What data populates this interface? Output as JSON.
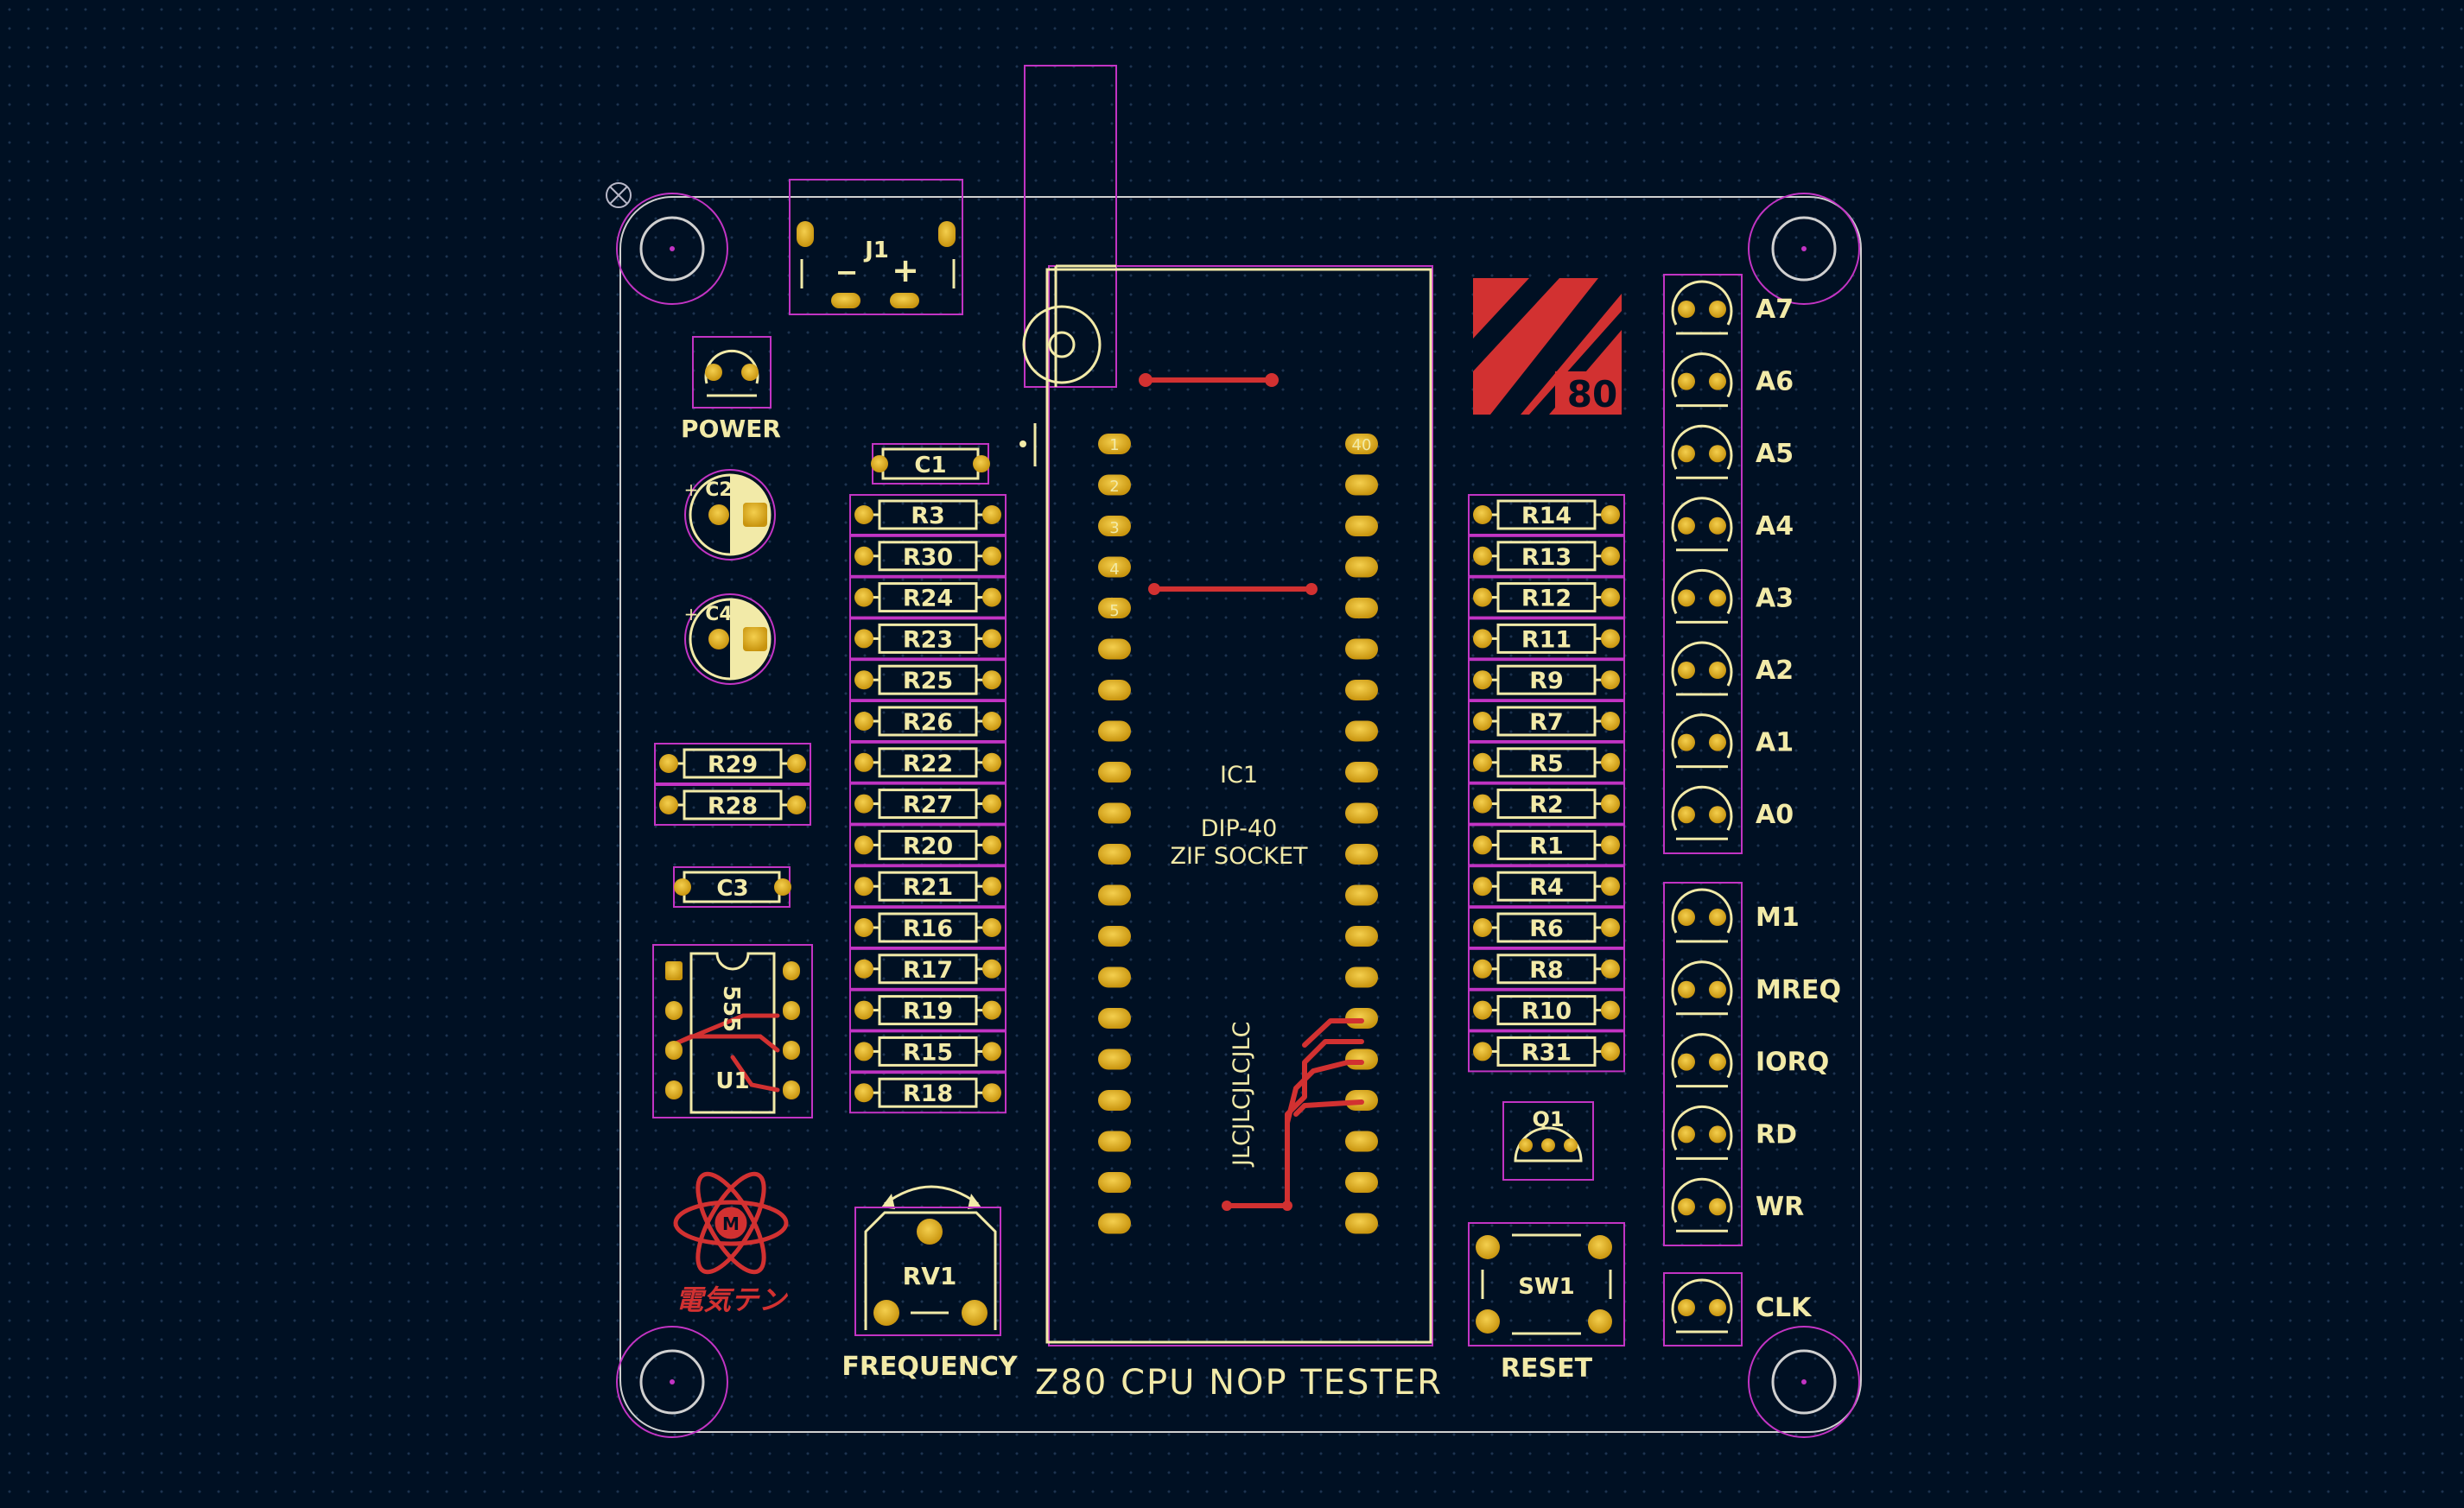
{
  "board": {
    "title": "Z80 CPU NOP TESTER",
    "ic": {
      "ref": "IC1",
      "line1": "DIP-40",
      "line2": "ZIF SOCKET"
    },
    "jlc_text": "JLCJLCJLCJLC",
    "labels": {
      "power": "POWER",
      "frequency": "FREQUENCY",
      "reset": "RESET"
    },
    "refs": {
      "j1": "J1",
      "c1": "C1",
      "c2": "C2",
      "c4": "C4",
      "c3": "C3",
      "u1": "U1",
      "u1_value": "555",
      "rv1": "RV1",
      "q1": "Q1",
      "sw1": "SW1"
    },
    "jack_symbols": {
      "minus": "−",
      "plus": "+"
    },
    "plus_marks": [
      "+",
      "+"
    ],
    "z80_logo_text": "80",
    "brand_text": "電気テン",
    "brand_mark": "M",
    "pin_numbers": {
      "p1": "1",
      "p2": "2",
      "p3": "3",
      "p4": "4",
      "p5": "5",
      "p40": "40"
    },
    "left_resistors": [
      "R3",
      "R30",
      "R24",
      "R23",
      "R25",
      "R26",
      "R22",
      "R27",
      "R20",
      "R21",
      "R16",
      "R17",
      "R19",
      "R15",
      "R18"
    ],
    "far_left_resistors": [
      "R29",
      "R28"
    ],
    "right_resistors": [
      "R14",
      "R13",
      "R12",
      "R11",
      "R9",
      "R7",
      "R5",
      "R2",
      "R1",
      "R4",
      "R6",
      "R8",
      "R10",
      "R31"
    ],
    "address_leds": [
      "A7",
      "A6",
      "A5",
      "A4",
      "A3",
      "A2",
      "A1",
      "A0"
    ],
    "control_leds": [
      "M1",
      "MREQ",
      "IORQ",
      "RD",
      "WR"
    ],
    "clock_led": "CLK"
  },
  "colors": {
    "background": "#001023",
    "silkscreen": "#f2eaa8",
    "pad": "#d8a412",
    "pad_highlight": "#f4cf4e",
    "courtyard": "#c234c4",
    "edge": "#d0d0d0",
    "copper": "#d23131"
  }
}
